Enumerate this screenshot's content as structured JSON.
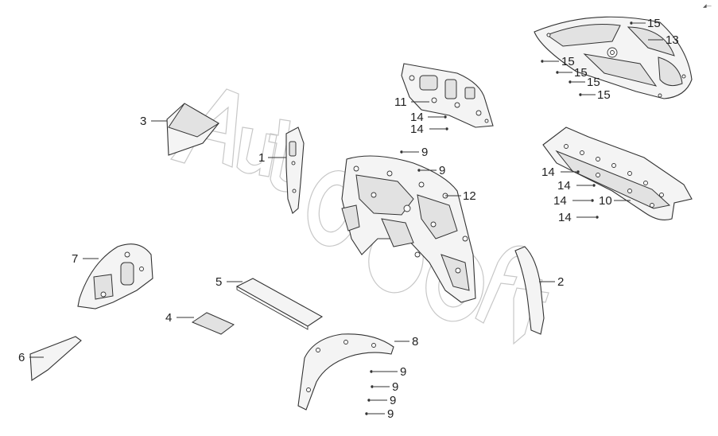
{
  "diagram": {
    "watermark": "AutoSoft",
    "corner_mark": "◢—",
    "callouts": [
      {
        "id": "c15a",
        "text": "15"
      },
      {
        "id": "c13",
        "text": "13"
      },
      {
        "id": "c15b",
        "text": "15"
      },
      {
        "id": "c15c",
        "text": "15"
      },
      {
        "id": "c15d",
        "text": "15"
      },
      {
        "id": "c15e",
        "text": "15"
      },
      {
        "id": "c11",
        "text": "11"
      },
      {
        "id": "c14a",
        "text": "14"
      },
      {
        "id": "c14b",
        "text": "14"
      },
      {
        "id": "c3",
        "text": "3"
      },
      {
        "id": "c1",
        "text": "1"
      },
      {
        "id": "c9a",
        "text": "9"
      },
      {
        "id": "c9b",
        "text": "9"
      },
      {
        "id": "c12",
        "text": "12"
      },
      {
        "id": "c14c",
        "text": "14"
      },
      {
        "id": "c14d",
        "text": "14"
      },
      {
        "id": "c14e",
        "text": "14"
      },
      {
        "id": "c10",
        "text": "10"
      },
      {
        "id": "c14f",
        "text": "14"
      },
      {
        "id": "c7",
        "text": "7"
      },
      {
        "id": "c5",
        "text": "5"
      },
      {
        "id": "c2",
        "text": "2"
      },
      {
        "id": "c4",
        "text": "4"
      },
      {
        "id": "c8",
        "text": "8"
      },
      {
        "id": "c6",
        "text": "6"
      },
      {
        "id": "c9c",
        "text": "9"
      },
      {
        "id": "c9d",
        "text": "9"
      },
      {
        "id": "c9e",
        "text": "9"
      },
      {
        "id": "c9f",
        "text": "9"
      }
    ]
  }
}
